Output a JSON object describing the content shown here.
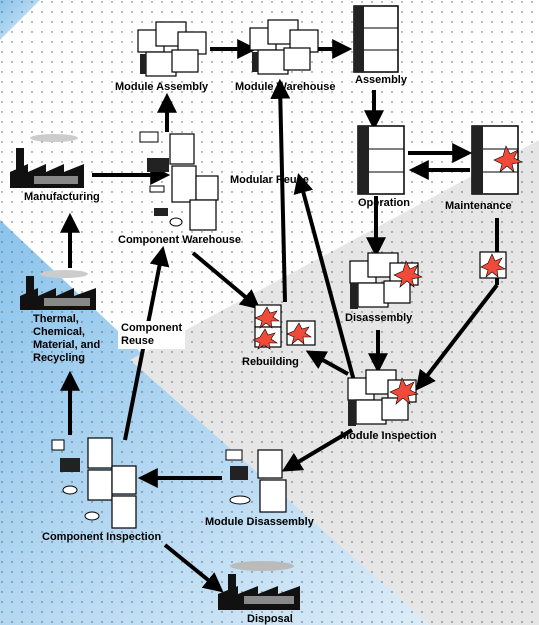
{
  "colors": {
    "sky": "#a9d1ef",
    "sky_light": "#cfe6f7",
    "gray": "#e4e4e4",
    "burst": "#f04a3a",
    "ink": "#000000"
  },
  "nodes": {
    "module_assembly": "Module Assembly",
    "module_warehouse": "Module Warehouse",
    "assembly": "Assembly",
    "manufacturing": "Manufacturing",
    "component_warehouse": "Component Warehouse",
    "operation": "Operation",
    "maintenance": "Maintenance",
    "disassembly": "Disassembly",
    "rebuilding": "Rebuilding",
    "module_inspection": "Module Inspection",
    "materials_recycling": "Thermal,\nChemical,\nMaterial, and\nRecycling",
    "module_disassembly": "Module Disassembly",
    "component_inspection": "Component Inspection",
    "disposal": "Disposal"
  },
  "flows": {
    "modular_reuse": "Modular Reuse",
    "component_reuse": "Component\nReuse"
  }
}
